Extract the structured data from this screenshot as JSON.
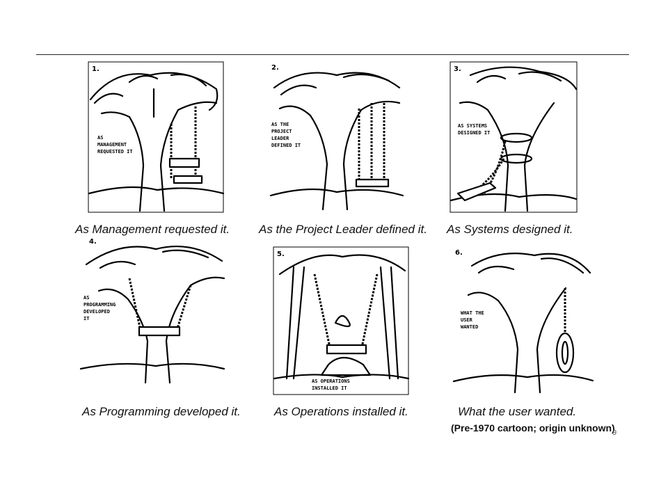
{
  "panels": [
    {
      "number": "1.",
      "note": [
        "AS",
        "MANAGEMENT",
        "REQUESTED IT"
      ],
      "caption": "As Management requested it."
    },
    {
      "number": "2.",
      "note": [
        "AS THE",
        "PROJECT",
        "LEADER",
        "DEFINED IT"
      ],
      "caption": "As the Project Leader defined it."
    },
    {
      "number": "3.",
      "note": [
        "AS SYSTEMS",
        "DESIGNED IT"
      ],
      "caption": "As Systems designed it."
    },
    {
      "number": "4.",
      "note": [
        "AS",
        "PROGRAMMING",
        "DEVELOPED",
        "IT"
      ],
      "caption": "As Programming developed it."
    },
    {
      "number": "5.",
      "note": [
        "AS OPERATIONS",
        "INSTALLED IT"
      ],
      "caption": "As Operations installed it."
    },
    {
      "number": "6.",
      "note": [
        "WHAT THE",
        "USER",
        "WANTED"
      ],
      "caption": "What the user wanted."
    }
  ],
  "credit": "(Pre-1970 cartoon; origin unknown)",
  "page_number": "9"
}
